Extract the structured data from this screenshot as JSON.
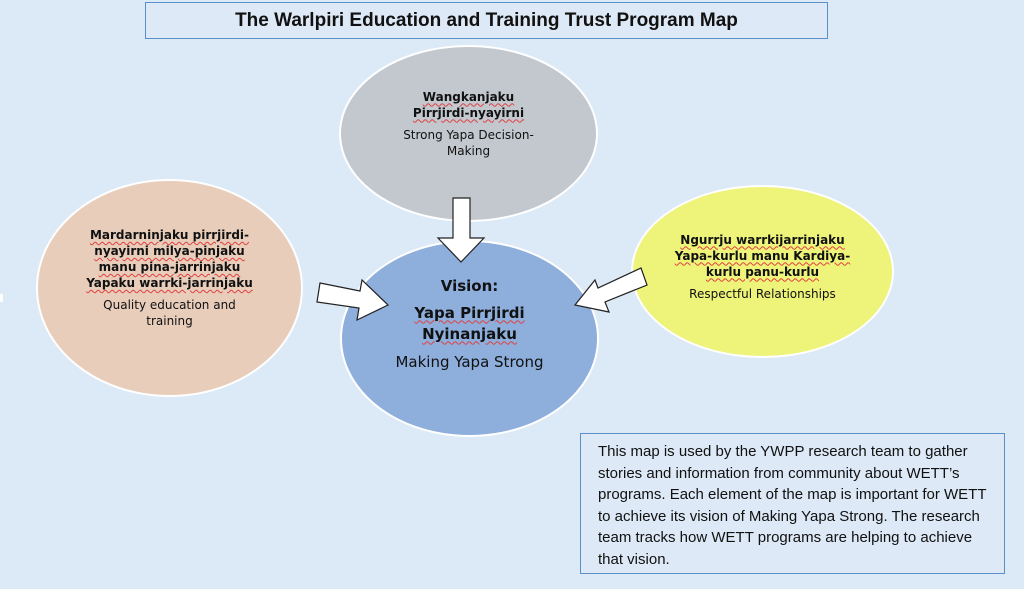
{
  "title": "The Warlpiri Education and Training Trust Program Map",
  "nodes": {
    "top": {
      "warlpiri": "Wangkanjaku Pirrjirdi-nyayirni",
      "english": "Strong Yapa Decision-Making",
      "color": "#c3c8cf"
    },
    "left": {
      "warlpiri": "Mardarninjaku pirrjirdi-nyayirni milya-pinjaku manu pina-jarrinjaku Yapaku warrki-jarrinjaku",
      "english": "Quality education and training",
      "color": "#e8cdbb"
    },
    "right": {
      "warlpiri": "Ngurrju warrkijarrinjaku Yapa-kurlu manu Kardiya-kurlu panu-kurlu",
      "english": "Respectful Relationships",
      "color": "#eef37a"
    },
    "center": {
      "label": "Vision:",
      "warlpiri": "Yapa Pirrjirdi Nyinanjaku",
      "english": "Making Yapa Strong",
      "color": "#8eaedc"
    }
  },
  "note": "This map is used by the YWPP research team to gather stories and information from community about WETT’s programs. Each element of the map is important for WETT to achieve its vision of Making Yapa Strong. The research team tracks how WETT programs are helping to achieve that vision."
}
